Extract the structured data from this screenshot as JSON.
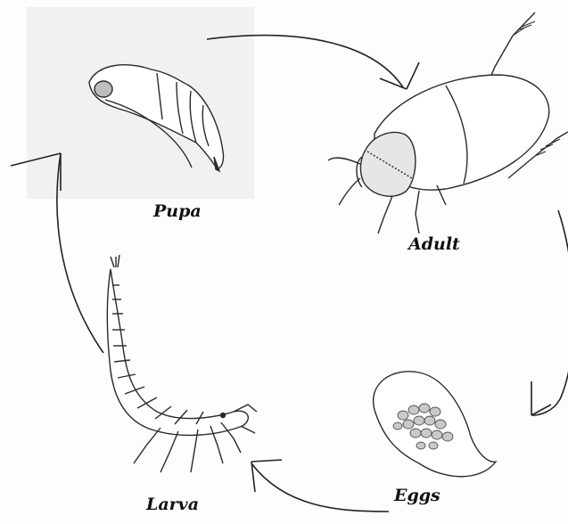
{
  "stages": {
    "pupa": {
      "label": "Pupa"
    },
    "adult": {
      "label": "Adult"
    },
    "eggs": {
      "label": "Eggs"
    },
    "larva": {
      "label": "Larva"
    }
  },
  "colors": {
    "stroke": "#2a2a2a",
    "shade": "#bdbdbd",
    "pupa_panel": "#f1f1ef",
    "egg_fill": "#c9c9c9"
  }
}
